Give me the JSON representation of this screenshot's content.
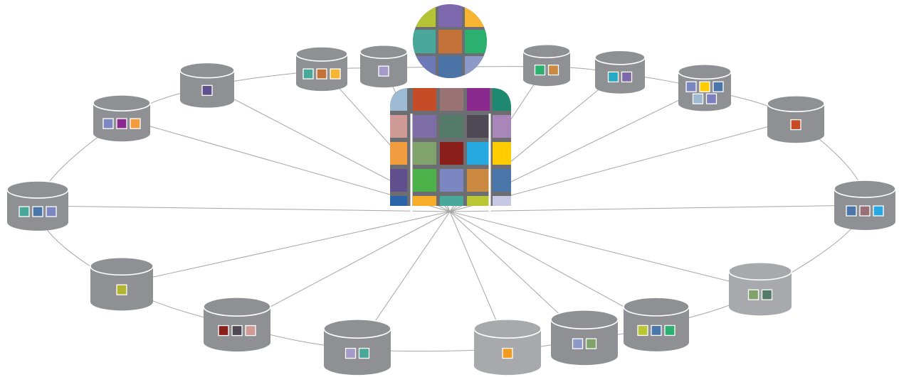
{
  "diagram": {
    "description_visible_text": "",
    "colors": {
      "background": "#ffffff",
      "line": "#a6a6a6",
      "cylinder_body": "#8e9093",
      "cylinder_top": "#8e9093",
      "cylinder_rim": "#ffffff",
      "cylinder_light": "#a7a9ac",
      "person_grid_gap": "#6d6e71",
      "person_outline": "#ffffff"
    },
    "hub": {
      "name": "person"
    },
    "head_tiles": [
      "#b5c334",
      "#7e68ad",
      "#f7b532",
      "#4aa89b",
      "#c4713a",
      "#2bb06f",
      "#6e79b8",
      "#4d74a8",
      "#8d9ac9"
    ],
    "body_tiles": [
      [
        "#9dbad3",
        "#c64b27",
        "#9a7474",
        "#8a2a8f",
        "#1f8870"
      ],
      [
        "#d09a96",
        "#7d6ea7",
        "#547a6a",
        "#4f4955",
        "#a886b9"
      ],
      [
        "#f29c40",
        "#7fa36a",
        "#8a1e1a",
        "#26a9e0",
        "#ffcc00"
      ],
      [
        "#5f4f8c",
        "#4db14a",
        "#7c87c1",
        "#cc8942",
        "#4a76a9"
      ],
      [
        "#2b64a8",
        "#f7ad27",
        "#4aa89b",
        "#b9c734",
        "#c6c8e4"
      ],
      [
        "#6e79b8",
        "#4d3a82",
        "#1bb49c",
        "#7e7fc0",
        "#9a6bb0"
      ]
    ],
    "databases": [
      {
        "name": "db-left-mid",
        "tone": "dark",
        "tiles": [
          "#4aa89b",
          "#4a76a9",
          "#7c87c1"
        ]
      },
      {
        "name": "db-upper-left",
        "tone": "dark",
        "tiles": [
          "#7c87c1",
          "#8a2a8f",
          "#f29c40"
        ]
      },
      {
        "name": "db-top-left",
        "tone": "dark",
        "tiles": [
          "#5f4f8c"
        ]
      },
      {
        "name": "db-top-1",
        "tone": "dark",
        "tiles": [
          "#4aa89b",
          "#c4713a",
          "#f7b532"
        ]
      },
      {
        "name": "db-top-2",
        "tone": "dark",
        "tiles": [
          "#a59bc9"
        ]
      },
      {
        "name": "db-top-3",
        "tone": "dark",
        "tiles": [
          "#2bb06f",
          "#cc8942"
        ]
      },
      {
        "name": "db-top-4",
        "tone": "dark",
        "tiles": [
          "#26a9c4",
          "#7e68ad"
        ]
      },
      {
        "name": "db-top-right",
        "tone": "dark",
        "tiles": [
          "#7c87c1",
          "#ffcc00",
          "#4a76a9",
          "#9dbad3",
          "#7e7fc0"
        ]
      },
      {
        "name": "db-upper-right",
        "tone": "dark",
        "tiles": [
          "#c64b27"
        ]
      },
      {
        "name": "db-right-mid",
        "tone": "dark",
        "tiles": [
          "#4a76a9",
          "#9a6f77",
          "#26a9e0"
        ]
      },
      {
        "name": "db-lower-right",
        "tone": "light",
        "tiles": [
          "#7fa36a",
          "#547a6a"
        ]
      },
      {
        "name": "db-bottom-right-1",
        "tone": "dark",
        "tiles": [
          "#b9c734",
          "#4a76a9",
          "#2bb06f"
        ]
      },
      {
        "name": "db-bottom-right-2",
        "tone": "dark",
        "tiles": [
          "#8d9ac9",
          "#7fa36a"
        ]
      },
      {
        "name": "db-bottom-center",
        "tone": "light",
        "tiles": [
          "#f29c1f"
        ]
      },
      {
        "name": "db-bottom-left-2",
        "tone": "dark",
        "tiles": [
          "#a59bc9",
          "#4aa89b"
        ]
      },
      {
        "name": "db-bottom-left-1",
        "tone": "dark",
        "tiles": [
          "#8a1e1a",
          "#4f4955",
          "#d09a96"
        ]
      },
      {
        "name": "db-lower-left",
        "tone": "dark",
        "tiles": [
          "#b5b42f"
        ]
      }
    ]
  }
}
